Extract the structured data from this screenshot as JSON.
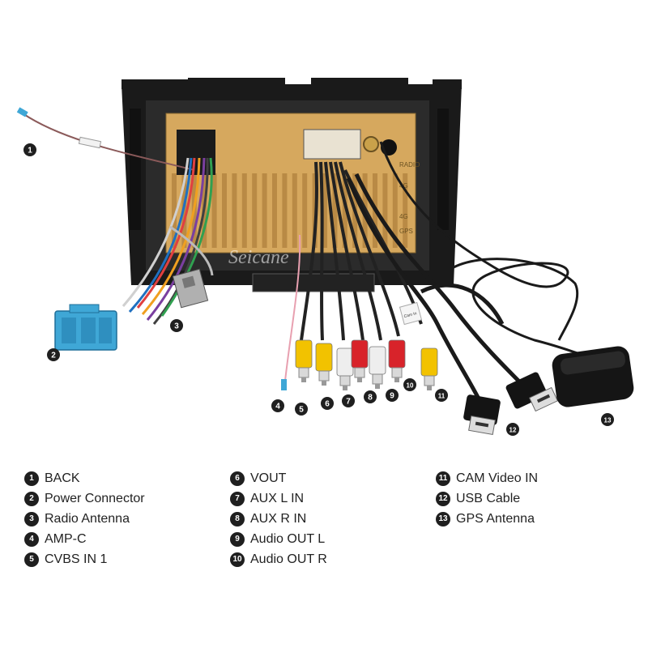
{
  "brand_watermark": "Seicane",
  "unit_labels": [
    "RADIO",
    "4G",
    "4G",
    "GPS"
  ],
  "tag_label": "Cam In",
  "markers": [
    {
      "num": "1"
    },
    {
      "num": "2"
    },
    {
      "num": "3"
    },
    {
      "num": "4"
    },
    {
      "num": "5"
    },
    {
      "num": "6"
    },
    {
      "num": "7"
    },
    {
      "num": "8"
    },
    {
      "num": "9"
    },
    {
      "num": "10"
    },
    {
      "num": "11"
    },
    {
      "num": "12"
    },
    {
      "num": "13"
    }
  ],
  "legend": {
    "col1": [
      {
        "num": "1",
        "label": "BACK"
      },
      {
        "num": "2",
        "label": "Power Connector"
      },
      {
        "num": "3",
        "label": "Radio Antenna"
      },
      {
        "num": "4",
        "label": "AMP-C"
      },
      {
        "num": "5",
        "label": "CVBS IN 1"
      }
    ],
    "col2": [
      {
        "num": "6",
        "label": "VOUT"
      },
      {
        "num": "7",
        "label": "AUX L IN"
      },
      {
        "num": "8",
        "label": "AUX R IN"
      },
      {
        "num": "9",
        "label": "Audio OUT L"
      },
      {
        "num": "10",
        "label": "Audio OUT R"
      }
    ],
    "col3": [
      {
        "num": "11",
        "label": "CAM Video IN"
      },
      {
        "num": "12",
        "label": "USB Cable"
      },
      {
        "num": "13",
        "label": "GPS Antenna"
      }
    ]
  },
  "colors": {
    "unit_gold": "#d6a85e",
    "frame_black": "#1a1a1a",
    "connector_blue": "#3fa7d6",
    "rca_yellow": "#f2c200",
    "rca_red": "#d8232a",
    "rca_white": "#eeeeee"
  }
}
